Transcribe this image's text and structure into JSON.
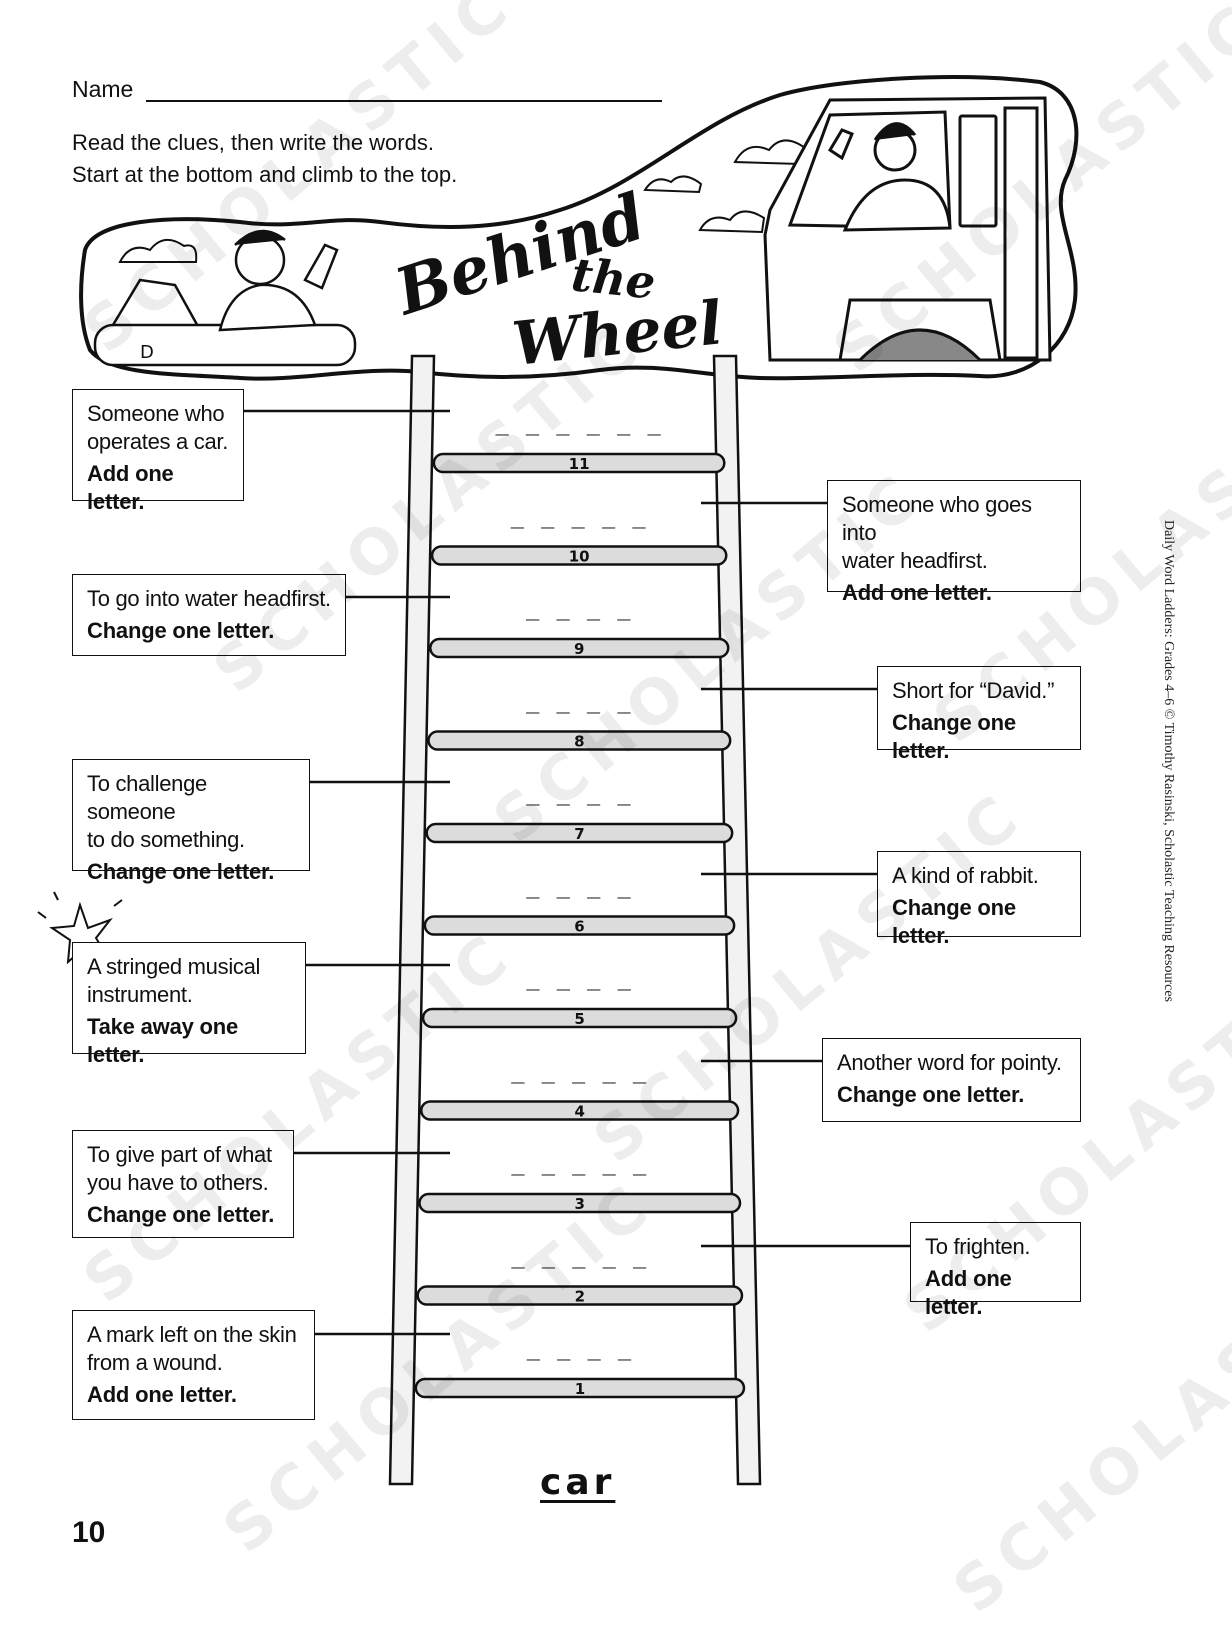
{
  "header": {
    "name_label": "Name",
    "instructions_line1": "Read the clues, then write the words.",
    "instructions_line2": "Start at the bottom and climb to the top."
  },
  "title": {
    "word1": "Behind",
    "word2": "the",
    "word3": "Wheel"
  },
  "clues": [
    {
      "rung": "11",
      "lines": [
        "Someone who",
        "operates a car."
      ],
      "action": "Add one letter."
    },
    {
      "rung": "10",
      "lines": [
        "Someone who goes into",
        "water headfirst."
      ],
      "action": "Add one letter."
    },
    {
      "rung": "9",
      "lines": [
        "To go into water headfirst."
      ],
      "action": "Change one letter."
    },
    {
      "rung": "8",
      "lines": [
        "Short for “David.”"
      ],
      "action": "Change one letter."
    },
    {
      "rung": "7",
      "lines": [
        "To challenge someone",
        "to do something."
      ],
      "action": "Change one letter."
    },
    {
      "rung": "6",
      "lines": [
        "A kind of rabbit."
      ],
      "action": "Change one letter."
    },
    {
      "rung": "5",
      "lines": [
        "A stringed musical",
        "instrument."
      ],
      "action": "Take away one letter."
    },
    {
      "rung": "4",
      "lines": [
        "Another word for pointy."
      ],
      "action": "Change one letter."
    },
    {
      "rung": "3",
      "lines": [
        "To give part of what",
        "you have to others."
      ],
      "action": "Change one letter."
    },
    {
      "rung": "2",
      "lines": [
        "To frighten."
      ],
      "action": "Add one letter."
    },
    {
      "rung": "1",
      "lines": [
        "A mark left on the skin",
        "from a wound."
      ],
      "action": "Add one letter."
    }
  ],
  "rungs": [
    {
      "number": "11",
      "blanks": "_ _ _ _ _ _"
    },
    {
      "number": "10",
      "blanks": "_ _ _ _ _"
    },
    {
      "number": "9",
      "blanks": "_ _ _ _"
    },
    {
      "number": "8",
      "blanks": "_ _ _ _"
    },
    {
      "number": "7",
      "blanks": "_ _ _ _"
    },
    {
      "number": "6",
      "blanks": "_ _ _ _"
    },
    {
      "number": "5",
      "blanks": "_ _ _ _"
    },
    {
      "number": "4",
      "blanks": "_ _ _ _ _"
    },
    {
      "number": "3",
      "blanks": "_ _ _ _ _"
    },
    {
      "number": "2",
      "blanks": "_ _ _ _ _"
    },
    {
      "number": "1",
      "blanks": "_ _ _ _"
    }
  ],
  "start_word": "car",
  "page_number": "10",
  "sidebar_credit": "Daily Word Ladders: Grades 4–6 © Timothy Rasinski, Scholastic Teaching Resources",
  "watermark": "SCHOLASTIC"
}
